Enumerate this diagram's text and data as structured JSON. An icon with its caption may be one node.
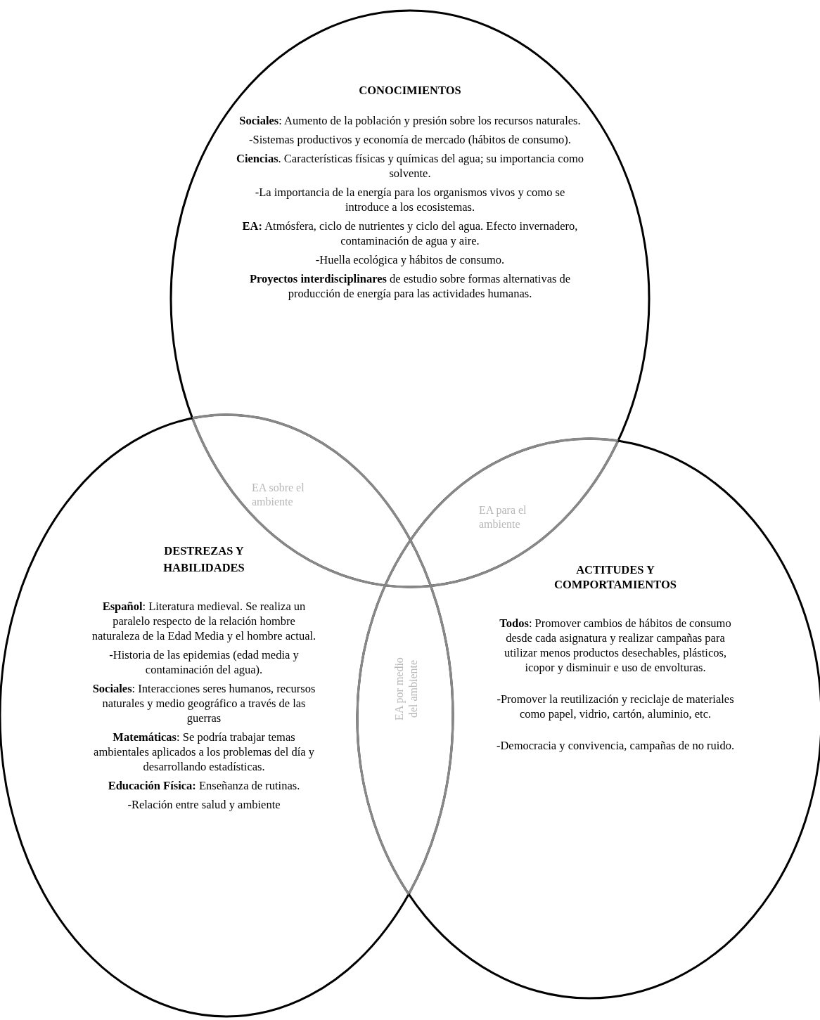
{
  "diagram": {
    "nodes": [
      {
        "text": [
          "CONOCIMIENTOS",
          "**Sociales**: Aumento de la población y presión sobre los recursos naturales.",
          "-Sistemas productivos y economía de mercado (hábitos de consumo).",
          "**Ciencias**. Características físicas y químicas del agua; su importancia como solvente.",
          "-La importancia de la energía para los organismos vivos y como se introduce a los ecosistemas.",
          "**EA:** Atmósfera, ciclo de nutrientes y ciclo del agua. Efecto invernadero, contaminación de agua y aire.",
          "-Huella ecológica y hábitos de consumo.",
          "**Proyectos interdisciplinares** de estudio sobre formas alternativas de producción de energía para las actividades humanas."
        ]
      },
      {
        "text": [
          "DESTREZAS Y HABILIDADES",
          "**Español**: Literatura medieval. Se realiza un paralelo respecto de la relación hombre naturaleza de la Edad Media y el hombre actual.",
          "-Historia de las epidemias (edad media y contaminación del agua).",
          "**Sociales**: Interacciones seres humanos, recursos naturales y medio geográfico a través de las guerras",
          "**Matemáticas**: Se podría trabajar temas ambientales aplicados a los problemas del día y desarrollando estadísticas.",
          "**Educación Física:** Enseñanza de rutinas.",
          "-Relación entre salud y ambiente"
        ]
      },
      {
        "text": [
          "ACTITUDES Y COMPORTAMIENTOS",
          "**Todos**: Promover cambios de hábitos de consumo desde cada asignatura y realizar campañas para utilizar menos productos desechables, plásticos, icopor y disminuir e uso de envolturas.",
          "-Promover la reutilización y reciclaje de materiales como papel, vidrio, cartón, aluminio, etc.",
          "-Democracia y convivencia, campañas de no ruido."
        ]
      }
    ],
    "labels": [
      "EA sobre el ambiente",
      "EA para el ambiente",
      "EA por medio del ambiente"
    ]
  }
}
